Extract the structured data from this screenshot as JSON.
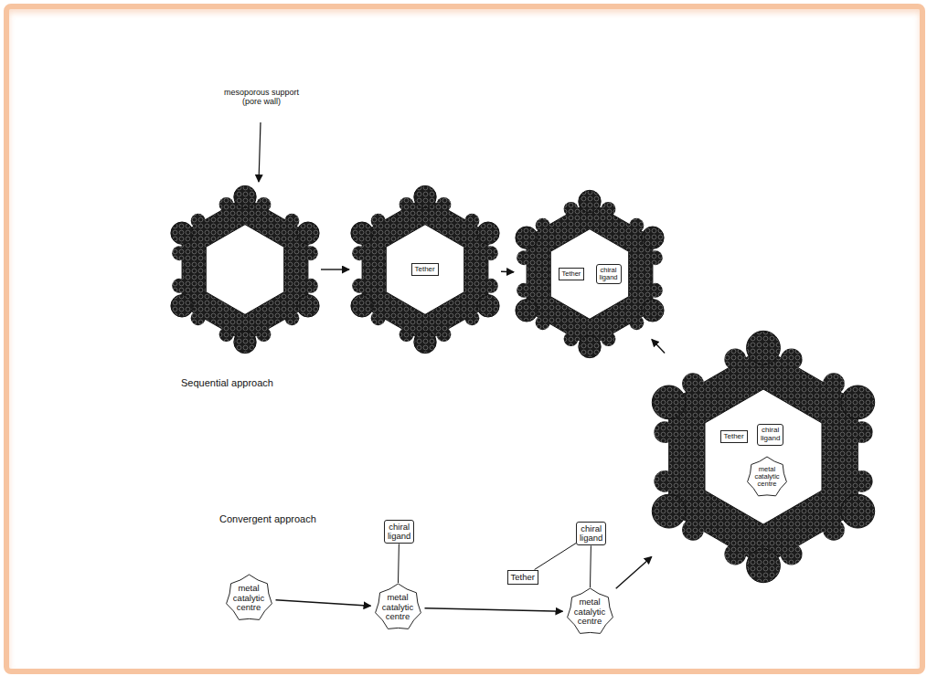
{
  "diagram": {
    "nodes": [
      {
        "text": []
      },
      {
        "text": []
      },
      {
        "text": [
          "Tether"
        ],
        "in": 1
      },
      {
        "text": []
      },
      {
        "text": [
          "Tether"
        ],
        "in": 3
      },
      {
        "text": [
          "chiral ligand"
        ],
        "in": 3
      },
      {
        "text": []
      },
      {
        "text": [
          "Tether"
        ],
        "in": 6
      },
      {
        "text": [
          "chiral ligand"
        ],
        "in": 6
      },
      {
        "text": [
          "metal catalytic centre"
        ],
        "in": 6
      },
      {
        "text": [
          "metal catalytic centre"
        ]
      },
      {
        "text": [
          "chiral ligand"
        ]
      },
      {
        "text": [
          "metal catalytic centre"
        ]
      },
      {
        "text": [
          "Tether"
        ]
      },
      {
        "text": [
          "chiral ligand"
        ]
      },
      {
        "text": [
          "metal catalytic centre"
        ]
      }
    ],
    "edges": [
      {
        "from": 0,
        "to": 1,
        "arrow": "to"
      },
      {
        "from": 1,
        "to": 3,
        "arrow": "to"
      },
      {
        "from": 3,
        "to": 6,
        "arrow": "to"
      },
      {
        "from": 10,
        "to": 12,
        "arrow": "to"
      },
      {
        "from": 12,
        "to": 15,
        "arrow": "to"
      },
      {
        "from": 15,
        "to": 6,
        "arrow": "to"
      },
      {
        "from": 11,
        "to": 12,
        "arrow": "none"
      },
      {
        "from": 13,
        "to": 14,
        "arrow": "none"
      },
      {
        "from": 14,
        "to": 15,
        "arrow": "none"
      }
    ],
    "labels": [
      "mesoporous support (pore wall)",
      "Sequential approach",
      "Convergent approach"
    ]
  }
}
